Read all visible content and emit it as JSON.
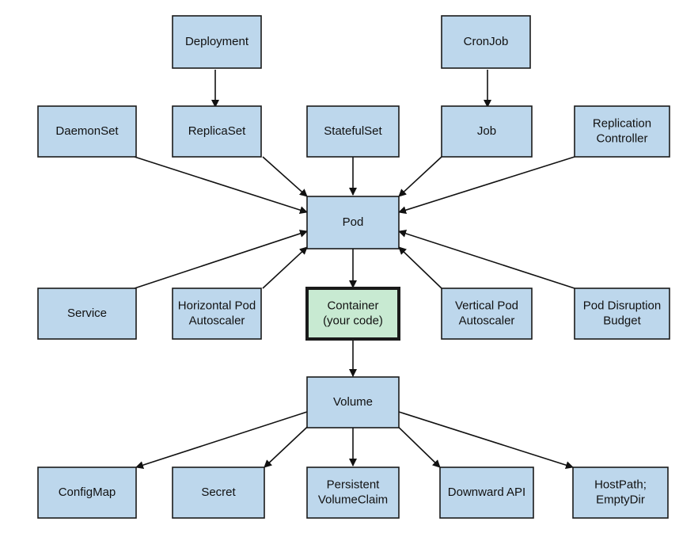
{
  "colors": {
    "node_fill": "#bdd7ec",
    "highlight_fill": "#c8ead2",
    "stroke": "#111111"
  },
  "nodes": {
    "deployment": {
      "lines": [
        "Deployment"
      ]
    },
    "cronjob": {
      "lines": [
        "CronJob"
      ]
    },
    "daemonset": {
      "lines": [
        "DaemonSet"
      ]
    },
    "replicaset": {
      "lines": [
        "ReplicaSet"
      ]
    },
    "statefulset": {
      "lines": [
        "StatefulSet"
      ]
    },
    "job": {
      "lines": [
        "Job"
      ]
    },
    "replication_controller": {
      "lines": [
        "Replication",
        "Controller"
      ]
    },
    "pod": {
      "lines": [
        "Pod"
      ]
    },
    "service": {
      "lines": [
        "Service"
      ]
    },
    "hpa": {
      "lines": [
        "Horizontal Pod",
        "Autoscaler"
      ]
    },
    "container": {
      "lines": [
        "Container",
        "(your code)"
      ]
    },
    "vpa": {
      "lines": [
        "Vertical Pod",
        "Autoscaler"
      ]
    },
    "pdb": {
      "lines": [
        "Pod Disruption",
        "Budget"
      ]
    },
    "volume": {
      "lines": [
        "Volume"
      ]
    },
    "configmap": {
      "lines": [
        "ConfigMap"
      ]
    },
    "secret": {
      "lines": [
        "Secret"
      ]
    },
    "pvc": {
      "lines": [
        "Persistent",
        "VolumeClaim"
      ]
    },
    "downward_api": {
      "lines": [
        "Downward API"
      ]
    },
    "hostpath": {
      "lines": [
        "HostPath;",
        "EmptyDir"
      ]
    }
  }
}
